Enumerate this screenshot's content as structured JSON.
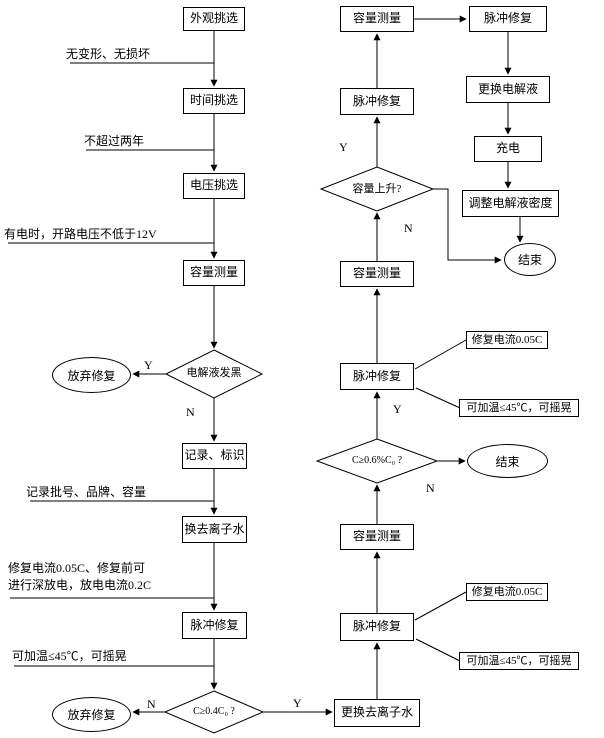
{
  "page": {
    "background": "#ffffff",
    "line_color": "#000000",
    "description": "battery repair process flowchart"
  },
  "labels": {
    "yes": "Y",
    "no": "N"
  },
  "nodes": {
    "appearance_selection": "外观挑选",
    "time_selection": "时间挑选",
    "voltage_selection": "电压挑选",
    "capacity_measure_1": "容量测量",
    "electrolyte_black_q": "电解液发黑",
    "abandon_repair_1": "放弃修复",
    "record_mark": "记录、标识",
    "replace_deionized_water_1": "换去离子水",
    "pulse_repair_1": "脉冲修复",
    "c_04_q": "C≥0.4C₀ ?",
    "abandon_repair_2": "放弃修复",
    "replace_deionized_water_2": "更换去离子水",
    "pulse_repair_2": "脉冲修复",
    "capacity_measure_2": "容量测量",
    "c_06_q": "C≥0.6%C₀ ?",
    "end_1": "结束",
    "pulse_repair_3": "脉冲修复",
    "capacity_measure_3": "容量测量",
    "capacity_rising_q": "容量上升?",
    "pulse_repair_4": "脉冲修复",
    "capacity_measure_4": "容量测量",
    "pulse_repair_5": "脉冲修复",
    "replace_electrolyte": "更换电解液",
    "charge": "充电",
    "adjust_electrolyte_density": "调整电解液密度",
    "end_2": "结束"
  },
  "annotations": {
    "no_deformation": "无变形、无损坏",
    "within_two_years": "不超过两年",
    "open_circuit_voltage": "有电时，开路电压不低于12V",
    "record_items": "记录批号、品牌、容量",
    "repair_current_deep_discharge": "修复电流0.05C、修复前可\n进行深放电，放电电流0.2C",
    "heat_shake_left": "可加温≤45℃，可摇晃",
    "repair_current_upper": "修复电流0.05C",
    "heat_shake_upper": "可加温≤45℃，可摇晃",
    "repair_current_lower": "修复电流0.05C",
    "heat_shake_lower": "可加温≤45℃，可摇晃"
  }
}
